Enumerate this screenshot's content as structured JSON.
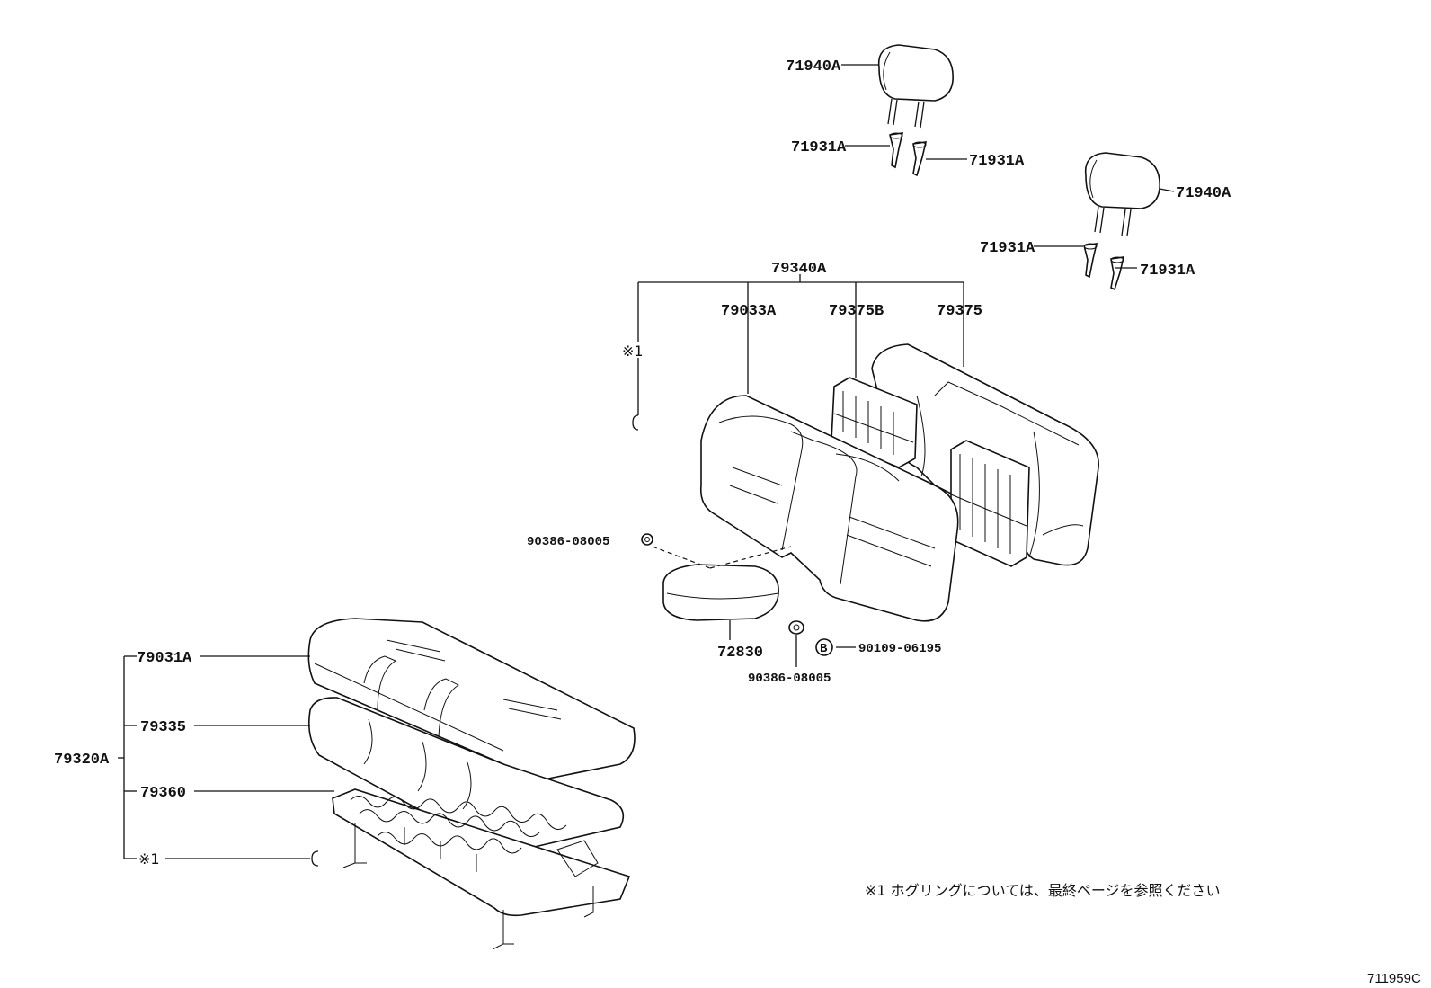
{
  "labels": {
    "headrest_1": "71940A",
    "headrest_2": "71940A",
    "support_1a": "71931A",
    "support_1b": "71931A",
    "support_2a": "71931A",
    "support_2b": "71931A",
    "back_assy": "79340A",
    "back_cover": "79033A",
    "back_pad_b": "79375B",
    "back_pad": "79375",
    "hog_ring_back": "※1",
    "nut_upper": "90386-08005",
    "armrest": "72830",
    "bolt": "90109-06195",
    "bolt_badge": "B",
    "nut_lower": "90386-08005",
    "cushion_cover": "79031A",
    "cushion_pad": "79335",
    "cushion_assy": "79320A",
    "cushion_frame": "79360",
    "hog_ring_cushion": "※1"
  },
  "footnote": "※1  ホグリングについては、最終ページを参照ください",
  "diagram_code": "711959C"
}
